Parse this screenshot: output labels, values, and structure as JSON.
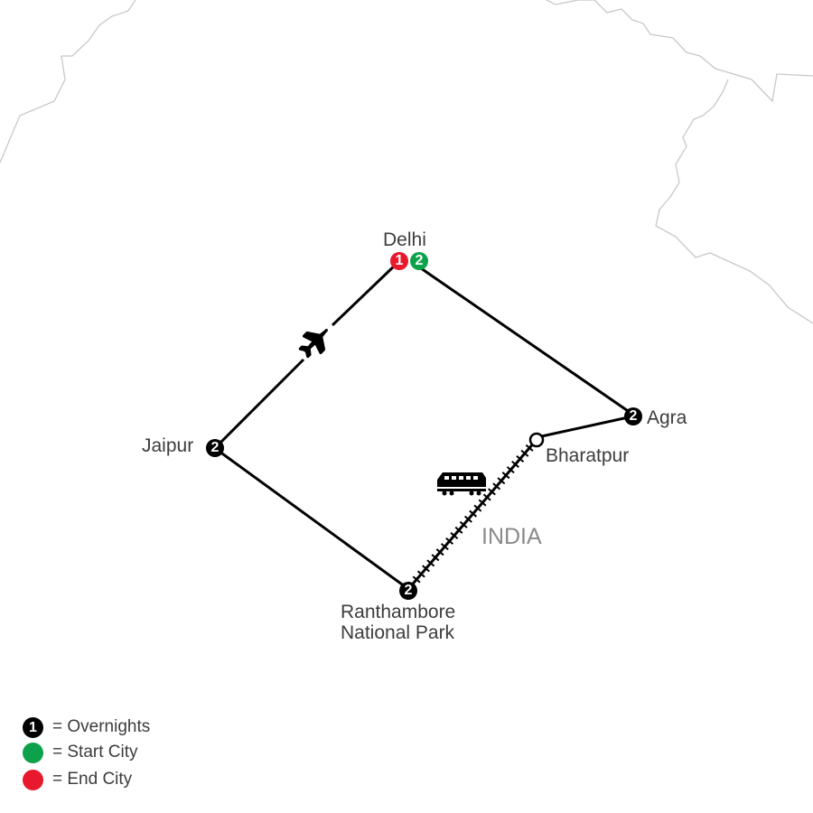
{
  "map": {
    "country_label": "INDIA",
    "cities": {
      "delhi": {
        "name": "Delhi",
        "end_badge": "1",
        "start_badge": "2"
      },
      "agra": {
        "name": "Agra",
        "badge": "2"
      },
      "bharatpur": {
        "name": "Bharatpur"
      },
      "jaipur": {
        "name": "Jaipur",
        "badge": "2"
      },
      "ranthambore": {
        "name_line1": "Ranthambore",
        "name_line2": "National Park",
        "badge": "2"
      }
    },
    "transport": {
      "flight_icon": "airplane-icon",
      "train_icon": "train-icon"
    }
  },
  "legend": {
    "overnights": {
      "symbol": "1",
      "label": "= Overnights"
    },
    "start": {
      "label": "= Start City"
    },
    "end": {
      "label": "= End City"
    }
  },
  "colors": {
    "route": "#000000",
    "border": "#c8c8c8",
    "overnight_badge": "#000000",
    "start_city": "#0ea14b",
    "end_city": "#e8192c",
    "label_text": "#3c3c3c",
    "country_text": "#8a8a8a"
  }
}
